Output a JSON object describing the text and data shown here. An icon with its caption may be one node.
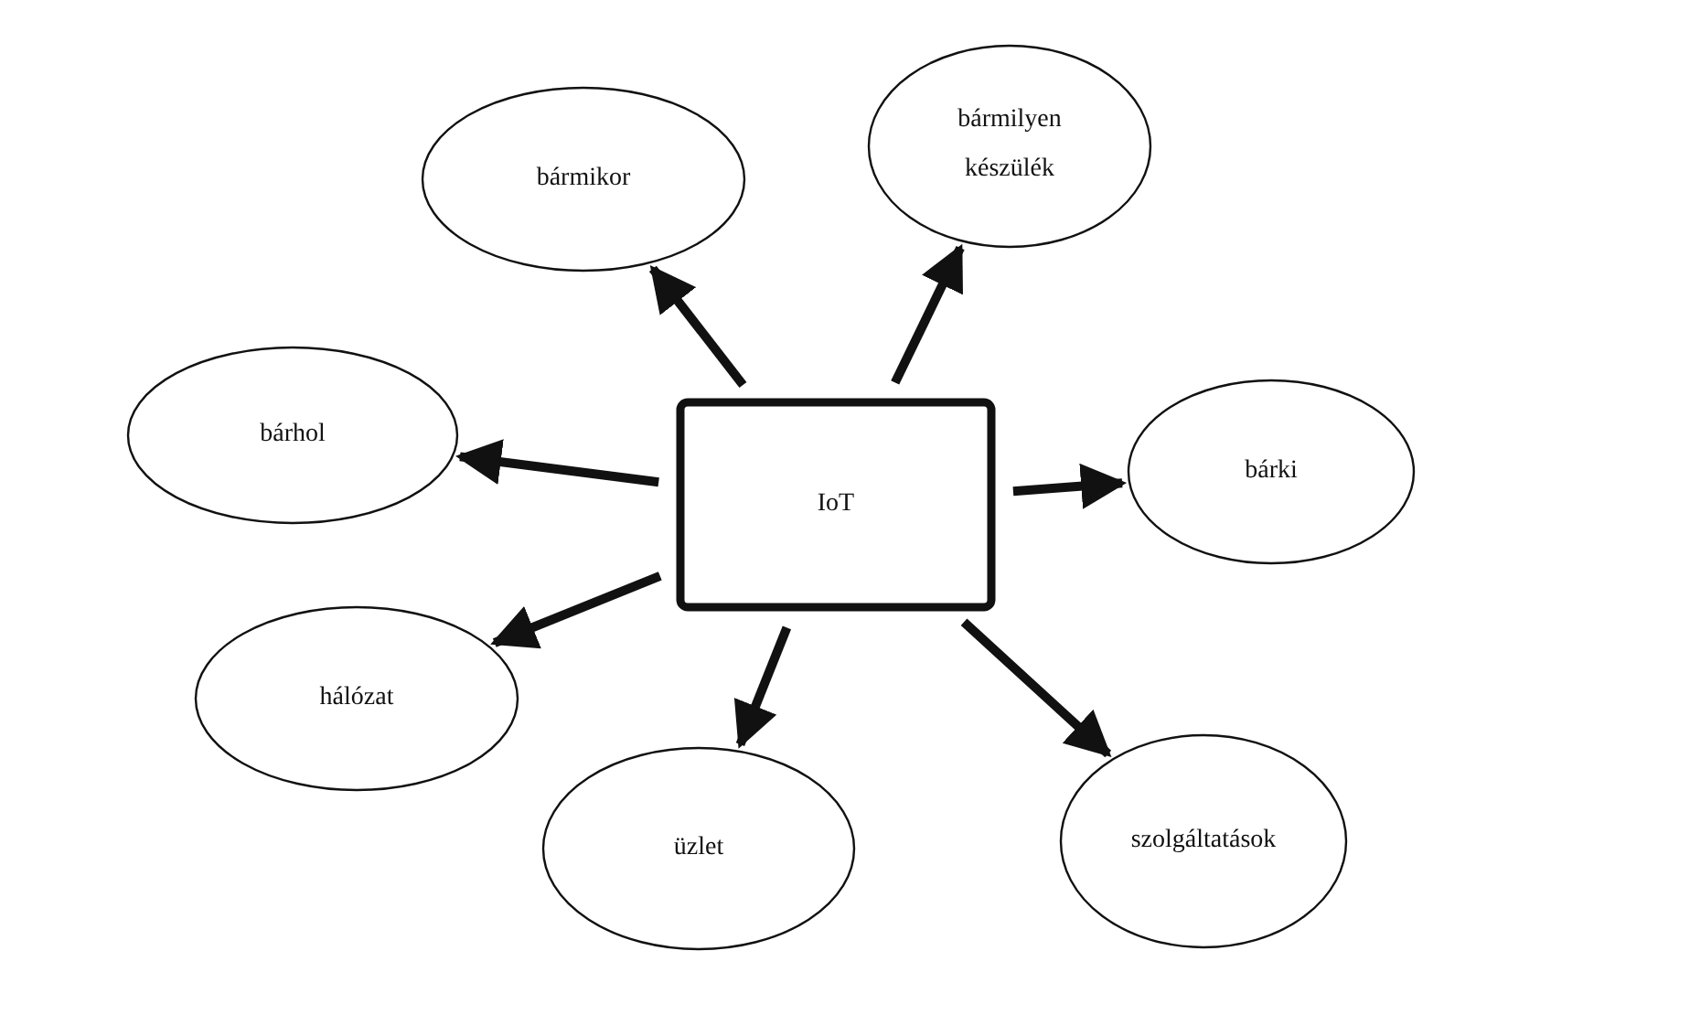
{
  "diagram": {
    "nodes": [
      {
        "text": [
          "IoT"
        ]
      },
      {
        "text": [
          "bármikor"
        ]
      },
      {
        "text": [
          "bármilyen készülék"
        ]
      },
      {
        "text": [
          "bárhol"
        ]
      },
      {
        "text": [
          "bárki"
        ]
      },
      {
        "text": [
          "hálózat"
        ]
      },
      {
        "text": [
          "üzlet"
        ]
      },
      {
        "text": [
          "szolgáltatások"
        ]
      }
    ],
    "edges": [
      {
        "from": 0,
        "to": 1,
        "arrow": "to"
      },
      {
        "from": 0,
        "to": 2,
        "arrow": "to"
      },
      {
        "from": 0,
        "to": 3,
        "arrow": "to"
      },
      {
        "from": 0,
        "to": 4,
        "arrow": "to"
      },
      {
        "from": 0,
        "to": 5,
        "arrow": "to"
      },
      {
        "from": 0,
        "to": 6,
        "arrow": "to"
      },
      {
        "from": 0,
        "to": 7,
        "arrow": "to"
      }
    ]
  }
}
